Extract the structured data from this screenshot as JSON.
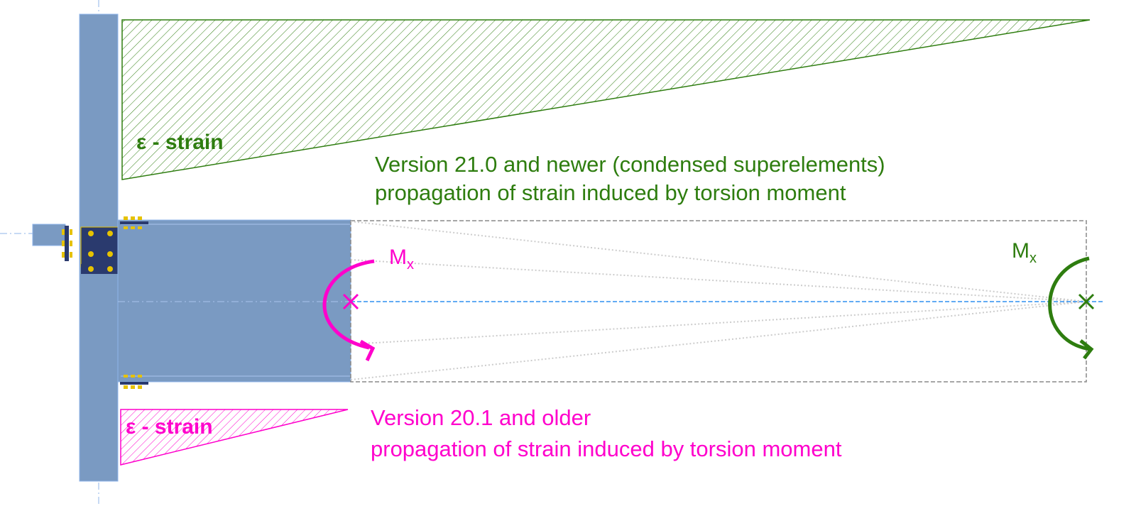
{
  "colors": {
    "green": "#2e7d0f",
    "pink": "#ff00cc",
    "steel": "#7a9ac2",
    "plate": "#2a3a6e",
    "bolt": "#e6c200"
  },
  "top_diagram": {
    "strain_label": "ε - strain",
    "version_line1": "Version 21.0 and newer  (condensed superelements)",
    "version_line2": "propagation of strain induced by torsion moment",
    "moment_symbol": "M",
    "moment_subscript": "x"
  },
  "bottom_diagram": {
    "strain_label": "ε - strain",
    "version_line1": "Version 20.1 and older",
    "version_line2": "propagation of strain induced by torsion moment",
    "moment_symbol": "M",
    "moment_subscript": "x"
  }
}
